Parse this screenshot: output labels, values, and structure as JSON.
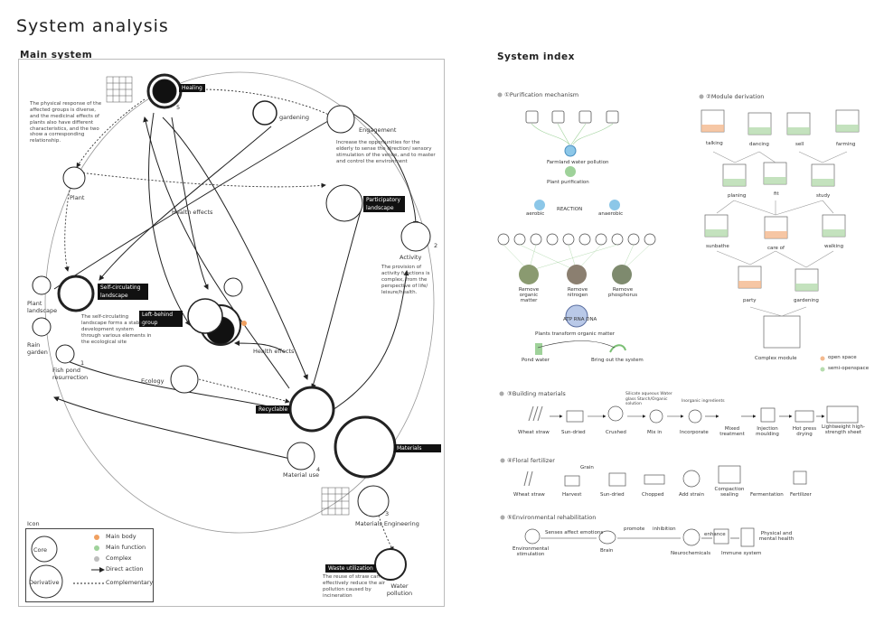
{
  "title": "System analysis",
  "main_system": {
    "heading": "Main system",
    "nodes": {
      "healing": "Healing",
      "gardening": "gardening",
      "engagement": "Engagement",
      "plant": "Plant",
      "participatory": "Participatory landscape",
      "activity": "Activity",
      "self_circulating": "Self-circulating landscape",
      "left_behind": "Left-behind group",
      "plant_landscape": "Plant landscape",
      "rain_garden": "Rain garden",
      "fish_pond": "Fish pond resurrection",
      "ecology": "Ecology",
      "recyclable": "Recyclable",
      "materials": "Materials",
      "material_use": "Material use",
      "materials_engineering": "Materials Engineering",
      "waste_utilization": "Waste utilization",
      "water_pollution": "Water pollution",
      "health_effects_1": "Health effects",
      "health_effects_2": "Health effects"
    },
    "numbers": {
      "n5": "5",
      "n2": "2",
      "n1": "1",
      "n4": "4",
      "n3": "3"
    },
    "notes": {
      "physical": "The physical response of the affected groups is diverse, and the medicinal effects of plants also have different characteristics, and the two show a corresponding relationship.",
      "engagement": "Increase the opportunities for the elderly to sense the direction/ sensory stimulation of the venue, and to master and control the environment",
      "activity": "The provision of activity functions is complex, from the perspective of life/ leisure/health.",
      "self_circ": "The self-circulating landscape forms a stable development system through various elements in the ecological site",
      "waste": "The reuse of straw can effectively reduce the air pollution caused by incineration"
    },
    "legend": {
      "title": "Icon",
      "core": "Core",
      "derivative": "Derivative",
      "main_body": "Main body",
      "main_function": "Main function",
      "complex": "Complex",
      "direct_action": "Direct action",
      "complementary": "Complementary",
      "colors": {
        "main_body": "#f0a060",
        "main_function": "#9fd29a",
        "complex": "#bdbdbd"
      }
    }
  },
  "system_index": {
    "heading": "System index",
    "purification": {
      "heading": "①Purification mechanism",
      "farmland": "Farmland water pollution",
      "plant_purification": "Plant purification",
      "aerobic": "aerobic",
      "reaction": "REACTION",
      "anaerobic": "anaerobic",
      "remove_om": "Remove organic matter",
      "remove_n": "Remove nitrogen",
      "remove_p": "Remove phosphorus",
      "atp": "ATP  RNA  DNA",
      "plants_transform": "Plants transform organic matter",
      "pond_water": "Pond water",
      "bring_out": "Bring out the system"
    },
    "module": {
      "heading": "②Module derivation",
      "items": [
        "talking",
        "dancing",
        "sell",
        "farming",
        "planing",
        "fit",
        "study",
        "sunbathe",
        "care of",
        "walking",
        "party",
        "gardening"
      ],
      "complex_module": "Complex module",
      "open_space": "open space",
      "semi_open": "semi-openspace"
    },
    "building": {
      "heading": "③Building materials",
      "steps": [
        "Wheat straw",
        "Sun-dried",
        "Crushed",
        "Mix in",
        "Incorporate",
        "Mixed treatment",
        "Injection moulding",
        "Hot press drying",
        "Lightweight high-strength sheet"
      ],
      "note_mix": "Silicate aqueous Water glass Starch/Organic solution",
      "note_inorganic": "Inorganic ingredients"
    },
    "floral": {
      "heading": "④Floral fertilizer",
      "steps": [
        "Wheat straw",
        "Harvest",
        "Sun-dried",
        "Chopped",
        "Add strain",
        "Compaction sealing",
        "Fermentation",
        "Fertilizer"
      ],
      "grain": "Grain"
    },
    "env": {
      "heading": "⑤Environmental rehabilitation",
      "senses": "Senses affect emotions",
      "promote": "promote",
      "inhibition": "inhibition",
      "enhance": "enhance",
      "steps": [
        "Environmental stimulation",
        "Brain",
        "Neurochemicals",
        "Immune system",
        "Physical and mental health"
      ]
    }
  }
}
